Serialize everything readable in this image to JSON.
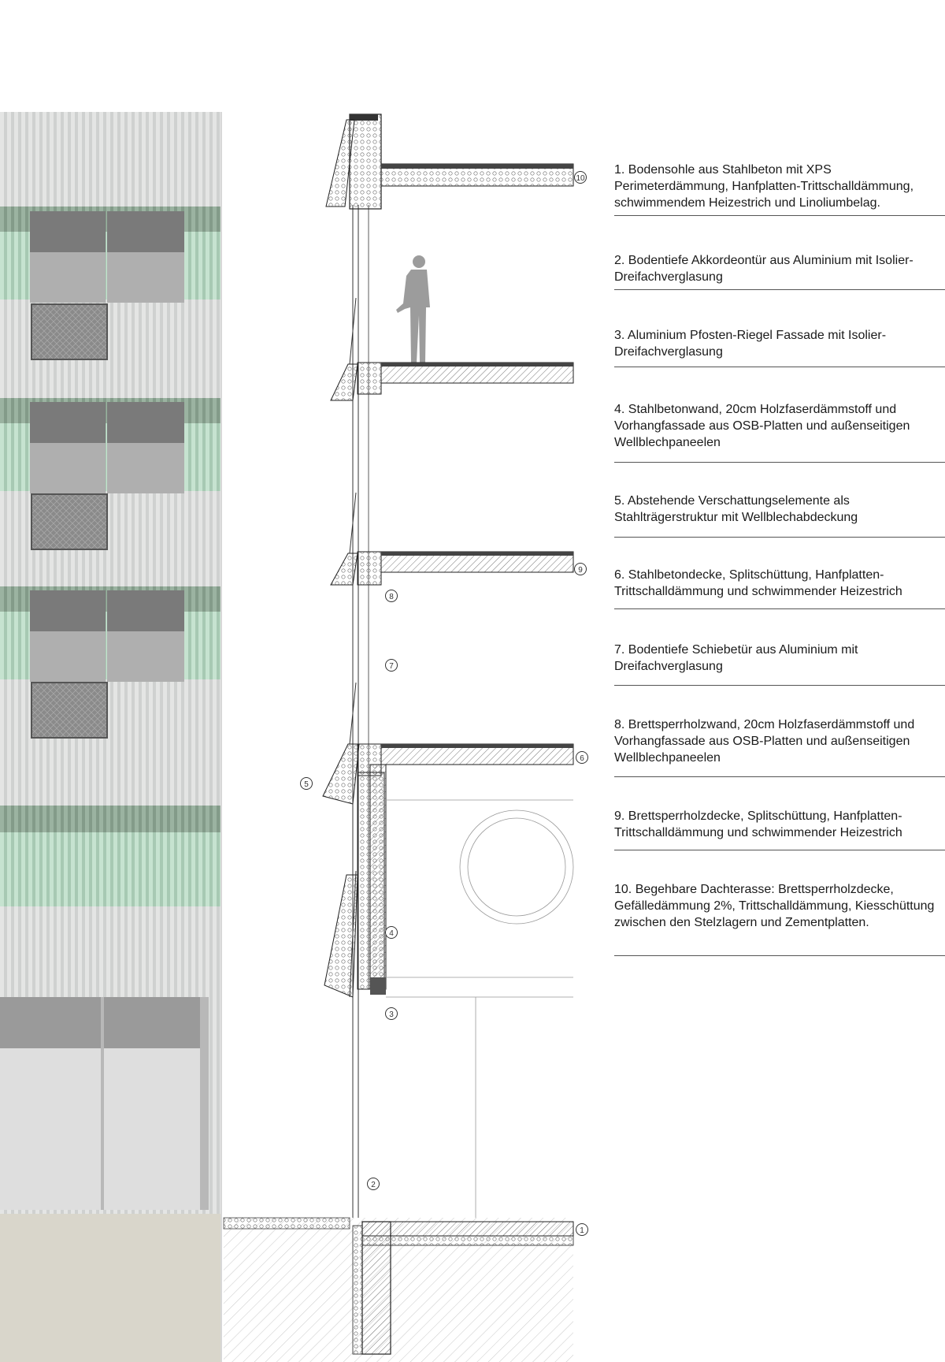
{
  "legend": {
    "items": [
      {
        "number": "1",
        "text": "1. Bodensohle aus Stahlbeton mit XPS Perimeterdämmung, Hanfplatten-Trittschalldämmung, schwimmendem Heizestrich und Linoliumbelag."
      },
      {
        "number": "2",
        "text": "2. Bodentiefe Akkordeontür aus Aluminium mit Isolier-Dreifachverglasung"
      },
      {
        "number": "3",
        "text": "3. Aluminium Pfosten-Riegel Fassade mit Isolier-Dreifachverglasung"
      },
      {
        "number": "4",
        "text": "4. Stahlbetonwand, 20cm Holzfaserdämmstoff und Vorhangfassade aus OSB-Platten und außenseitigen Wellblechpaneelen"
      },
      {
        "number": "5",
        "text": "5. Abstehende Verschattungselemente als Stahlträgerstruktur mit Wellblechabdeckung"
      },
      {
        "number": "6",
        "text": "6. Stahlbetondecke, Splitschüttung, Hanfplatten-Trittschalldämmung und schwimmender Heizestrich"
      },
      {
        "number": "7",
        "text": "7. Bodentiefe Schiebetür aus Aluminium mit Dreifachverglasung"
      },
      {
        "number": "8",
        "text": "8. Brettsperrholzwand, 20cm Holzfaserdämmstoff und Vorhangfassade aus OSB-Platten und außenseitigen Wellblechpaneelen"
      },
      {
        "number": "9",
        "text": "9. Brettsperrholzdecke, Splitschüttung,  Hanfplatten-Trittschalldämmung und schwimmender Heizestrich"
      },
      {
        "number": "10",
        "text": "10. Begehbare Dachterasse: Brettsperrholzdecke, Gefälledämmung 2%,  Trittschalldämmung, Kiesschüttung zwischen den Stelzlagern und Zementplatten."
      }
    ]
  },
  "section_markers": [
    "10",
    "9",
    "8",
    "7",
    "6",
    "5",
    "4",
    "3",
    "2",
    "1"
  ],
  "colors": {
    "corrugated_light": "#e2e3e2",
    "corrugated_green": "#b9d9c6",
    "shading_green": "#92ab98",
    "window_dark": "#6c6c6c",
    "ground": "#d9d6cb",
    "line": "#333333"
  }
}
